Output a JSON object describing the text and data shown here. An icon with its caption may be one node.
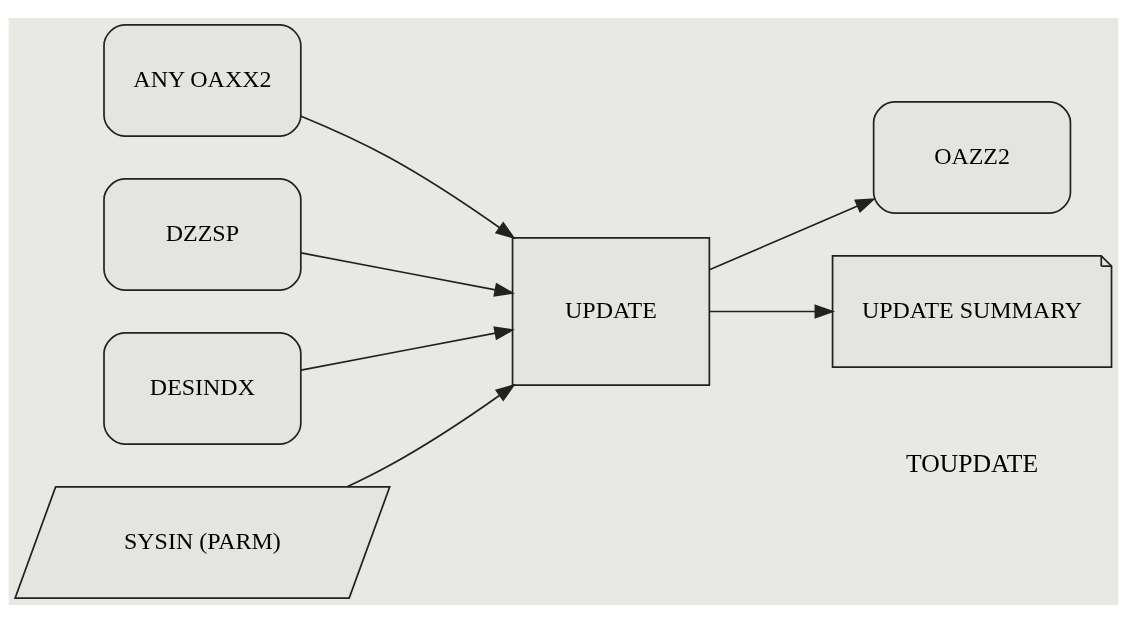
{
  "diagram": {
    "nodes": [
      {
        "text": [
          "ANY OAXX2"
        ]
      },
      {
        "text": [
          "DZZSP"
        ]
      },
      {
        "text": [
          "DESINDX"
        ]
      },
      {
        "text": [
          "SYSIN (PARM)"
        ]
      },
      {
        "text": [
          "UPDATE"
        ]
      },
      {
        "text": [
          "OAZZ2"
        ]
      },
      {
        "text": [
          "UPDATE SUMMARY"
        ]
      }
    ],
    "edges": [
      {
        "from": 0,
        "to": 4,
        "arrow": "to"
      },
      {
        "from": 1,
        "to": 4,
        "arrow": "to"
      },
      {
        "from": 2,
        "to": 4,
        "arrow": "to"
      },
      {
        "from": 3,
        "to": 4,
        "arrow": "to"
      },
      {
        "from": 4,
        "to": 5,
        "arrow": "to"
      },
      {
        "from": 4,
        "to": 6,
        "arrow": "to"
      }
    ],
    "labels": [
      "TOUPDATE"
    ]
  }
}
